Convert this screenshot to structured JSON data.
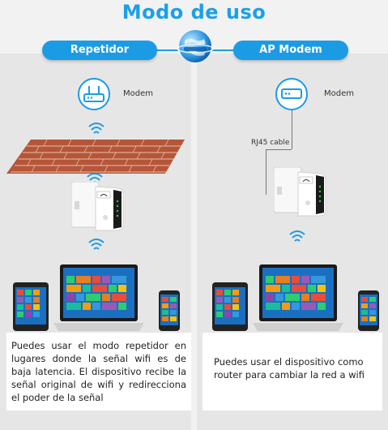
{
  "title": "Modo de uso",
  "left": {
    "mode_label": "Repetidor",
    "modem_label": "Modem",
    "description": "Puedes usar el modo repetidor en lugares donde la señal wifi es de baja latencia. El dispositivo recibe la señal original de wifi y redirecciona el poder de la señal"
  },
  "right": {
    "mode_label": "AP Modem",
    "modem_label": "Modem",
    "cable_label": "RJ45 cable",
    "description": "Puedes usar el dispositivo como router para cambiar la red a wifi"
  },
  "colors": {
    "accent": "#1c9be5",
    "brick": "#b0523a",
    "tile_blue": "#1b6fc0"
  },
  "icons": [
    "globe-icon",
    "modem-icon",
    "wifi-signal-icon",
    "repeater-device-icon",
    "laptop-icon",
    "tablet-icon",
    "phone-icon",
    "brick-wall-icon"
  ]
}
